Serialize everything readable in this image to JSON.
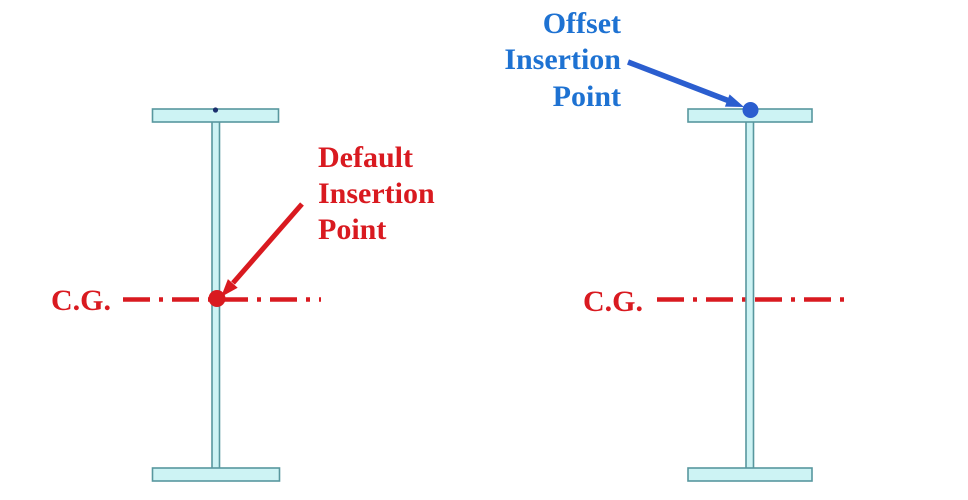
{
  "colors": {
    "red": "#d91a20",
    "blue_text": "#1e72d2",
    "blue_marker": "#2b5ecf",
    "beam_fill": "#cdf3f4",
    "beam_stroke": "#58979e",
    "navy_marker": "#1c2f6e",
    "background": "#ffffff"
  },
  "left_figure": {
    "label": {
      "line1": "Default",
      "line2": "Insertion",
      "line3": "Point"
    },
    "cg_label": "C.G.",
    "marker_icon": "red-dot-marker",
    "point_icon": "navy-point-marker"
  },
  "right_figure": {
    "label": {
      "line1": "Offset",
      "line2": "Insertion",
      "line3": "Point"
    },
    "cg_label": "C.G.",
    "marker_icon": "blue-dot-marker"
  }
}
